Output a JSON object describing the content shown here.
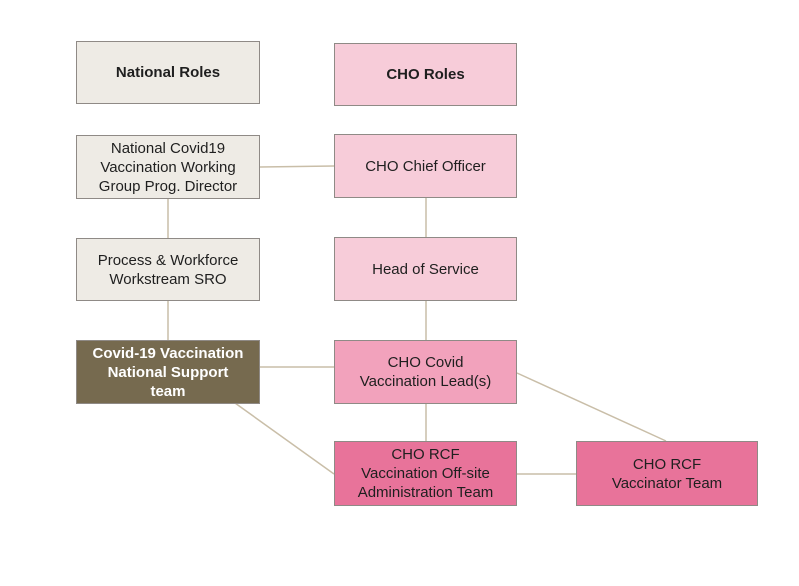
{
  "headers": {
    "national": "National Roles",
    "cho": "CHO Roles"
  },
  "nodes": {
    "national_director": "National Covid19\nVaccination Working\nGroup Prog. Director",
    "workstream_sro": "Process & Workforce\nWorkstream SRO",
    "national_support": "Covid-19 Vaccination\nNational Support\nteam",
    "cho_chief": "CHO Chief Officer",
    "head_of_service": "Head of Service",
    "cho_vacc_lead": "CHO Covid\nVaccination Lead(s)",
    "rcf_admin": "CHO RCF\nVaccination Off-site\nAdministration Team",
    "rcf_vaccinator": "CHO RCF\nVaccinator Team"
  },
  "colors": {
    "national": "#eeebe5",
    "cho_header": "#f7ccd9",
    "cho_light": "#f7ccd9",
    "cho_mid": "#f2a2bc",
    "cho_dark": "#e8739a",
    "national_support": "#766a4f",
    "connector": "#c9bea8"
  }
}
